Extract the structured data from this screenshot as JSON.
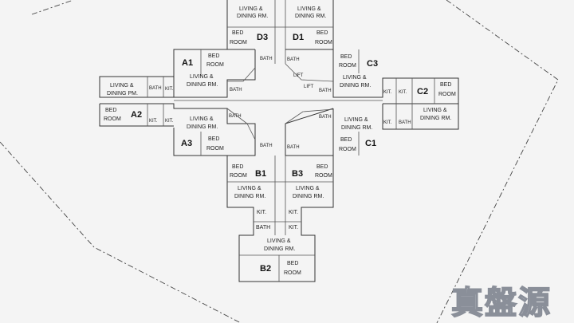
{
  "plan": {
    "unit_codes": {
      "A1": "A1",
      "A2": "A2",
      "A3": "A3",
      "B1": "B1",
      "B2": "B2",
      "B3": "B3",
      "C1": "C1",
      "C2": "C2",
      "C3": "C3",
      "D1": "D1",
      "D3": "D3"
    },
    "room_labels": {
      "living_dining_1": "LIVING &",
      "living_dining_2": "DINING RM.",
      "living_dining_2_alt": "DINING PM.",
      "bed_1": "BED",
      "bed_2": "ROOM",
      "bath": "BATH",
      "kit": "KIT.",
      "lift": "LIFT"
    }
  },
  "watermark": {
    "text": "真盤源"
  }
}
